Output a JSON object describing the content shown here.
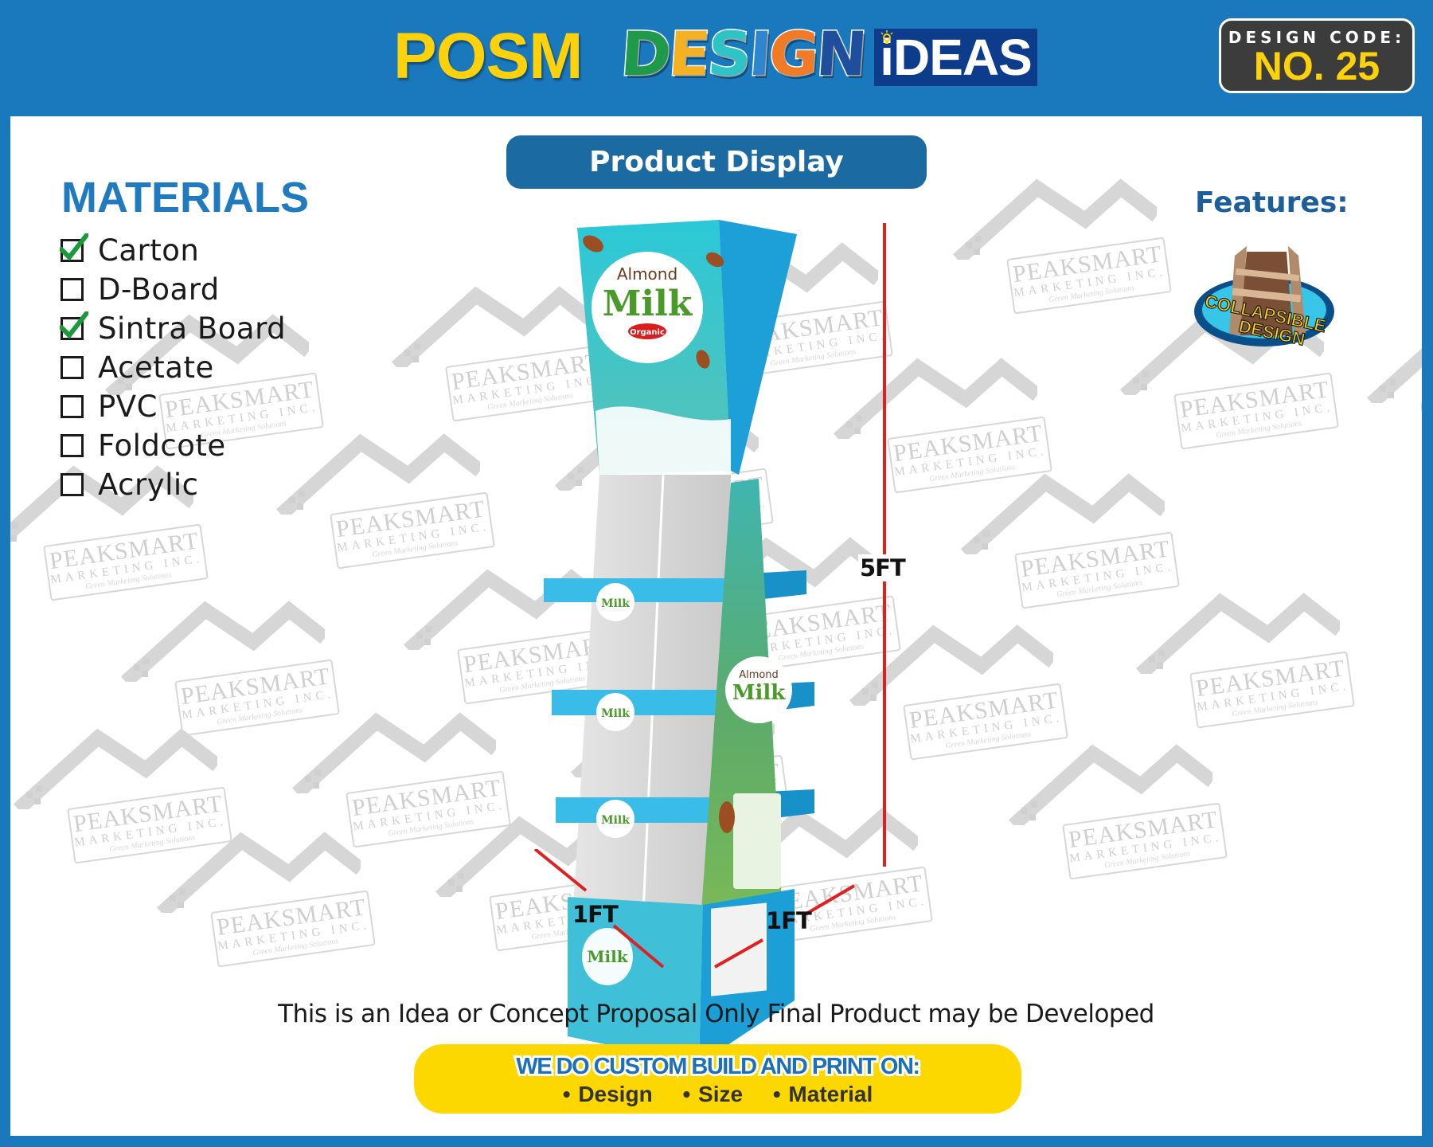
{
  "header": {
    "logo_posm": "POSM",
    "logo_design_letters": [
      {
        "char": "D",
        "color": "#1e9a4a"
      },
      {
        "char": "E",
        "color": "#f4b223"
      },
      {
        "char": "S",
        "color": "#2ec3c4"
      },
      {
        "char": "I",
        "color": "#2f86cf"
      },
      {
        "char": "G",
        "color": "#f07a26"
      },
      {
        "char": "N",
        "color": "#1e4e9c"
      }
    ],
    "logo_ideas": "iDEAS",
    "design_code_label": "DESIGN CODE:",
    "design_code_value": "NO. 25"
  },
  "materials": {
    "title": "MATERIALS",
    "items": [
      {
        "label": "Carton",
        "checked": true
      },
      {
        "label": "D-Board",
        "checked": false
      },
      {
        "label": "Sintra Board",
        "checked": true
      },
      {
        "label": "Acetate",
        "checked": false
      },
      {
        "label": "PVC",
        "checked": false
      },
      {
        "label": "Foldcote",
        "checked": false
      },
      {
        "label": "Acrylic",
        "checked": false
      }
    ]
  },
  "product": {
    "section_title": "Product Display",
    "brand_top": "Almond",
    "brand_main": "Milk",
    "brand_tag": "Organic",
    "dimensions": {
      "height": "5FT",
      "width": "1FT",
      "depth": "1FT"
    }
  },
  "features": {
    "title": "Features:",
    "badge_line1": "COLLAPSIBLE",
    "badge_line2": "DESIGN"
  },
  "watermark": {
    "line1": "PEAKSMART",
    "line2": "MARKETING INC.",
    "line3": "Green Marketing Solutions"
  },
  "footer": {
    "disclaimer": "This is an Idea or Concept Proposal Only Final Product may be Developed",
    "cta_title": "WE DO CUSTOM BUILD AND PRINT ON:",
    "cta_items": [
      "• Design",
      "• Size",
      "• Material"
    ]
  },
  "colors": {
    "brand_blue": "#1a78bd",
    "title_blue": "#1f7ac0",
    "pill_blue": "#1c6aa2",
    "accent_yellow": "#fdd800",
    "dimension_red": "#e02020",
    "check_green": "#1a9a3a"
  }
}
